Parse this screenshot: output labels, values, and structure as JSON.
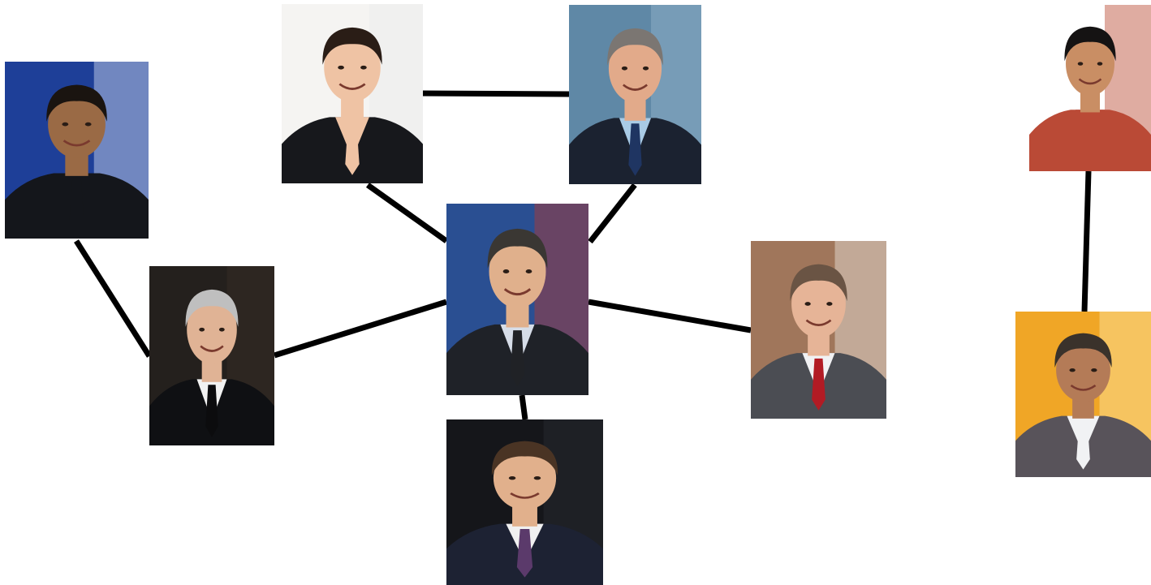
{
  "diagram": {
    "type": "network",
    "nodes": [
      {
        "id": "center",
        "icon": "portrait-photo",
        "background": "#2a4f92",
        "accent": "#b6382c",
        "suit": "#1f2228",
        "skin": "#e0b08c",
        "hair": "#3a3733",
        "shirt": "#d6dde8",
        "tie": "#202226"
      },
      {
        "id": "top-left",
        "icon": "portrait-photo",
        "background": "#f5f4f2",
        "accent": "#ececec",
        "suit": "#17181c",
        "skin": "#efc3a4",
        "hair": "#2a1d16",
        "shirt": "#efc3a4",
        "tie": "#efc3a4"
      },
      {
        "id": "top-right",
        "icon": "portrait-photo",
        "background": "#5f88a6",
        "accent": "#95b5cc",
        "suit": "#1b2230",
        "skin": "#e2aa8a",
        "hair": "#7b7672",
        "shirt": "#a9cbe6",
        "tie": "#1f3562"
      },
      {
        "id": "far-left",
        "icon": "portrait-photo",
        "background": "#1e3f98",
        "accent": "#d8e1f2",
        "suit": "#14161b",
        "skin": "#9a6a45",
        "hair": "#1a1410",
        "shirt": "#14161b",
        "tie": "#14161b"
      },
      {
        "id": "mid-left",
        "icon": "portrait-photo",
        "background": "#24201d",
        "accent": "#3a2f27",
        "suit": "#0f1013",
        "skin": "#e0b395",
        "hair": "#bfbfbf",
        "shirt": "#f2f2f2",
        "tie": "#0c0c0e"
      },
      {
        "id": "bottom",
        "icon": "portrait-photo",
        "background": "#15161a",
        "accent": "#2a2c33",
        "suit": "#1d2233",
        "skin": "#e1b08c",
        "hair": "#4a3424",
        "shirt": "#f0f0f0",
        "tie": "#5b3a6b"
      },
      {
        "id": "right",
        "icon": "portrait-photo",
        "background": "#a0765b",
        "accent": "#ece8e1",
        "suit": "#4b4d53",
        "skin": "#e6b497",
        "hair": "#6a5444",
        "shirt": "#f1f1f3",
        "tie": "#b21b24"
      },
      {
        "id": "far-right-top",
        "icon": "portrait-photo",
        "background": "#ffffff",
        "accent": "#b8472e",
        "suit": "#ba4a36",
        "skin": "#c98e64",
        "hair": "#151313",
        "shirt": "#ba4a36",
        "tie": "#ba4a36"
      },
      {
        "id": "far-right-bottom",
        "icon": "portrait-photo",
        "background": "#f0a626",
        "accent": "#fde9a8",
        "suit": "#58535a",
        "skin": "#b47b57",
        "hair": "#3a322b",
        "shirt": "#f1f2f4",
        "tie": "#f1f2f4"
      }
    ],
    "edges": [
      {
        "from": "top-left",
        "to": "top-right"
      },
      {
        "from": "top-left",
        "to": "center"
      },
      {
        "from": "top-right",
        "to": "center"
      },
      {
        "from": "far-left",
        "to": "mid-left"
      },
      {
        "from": "mid-left",
        "to": "center"
      },
      {
        "from": "center",
        "to": "bottom"
      },
      {
        "from": "center",
        "to": "right"
      },
      {
        "from": "far-right-top",
        "to": "far-right-bottom"
      }
    ],
    "edge_color": "#000000"
  }
}
